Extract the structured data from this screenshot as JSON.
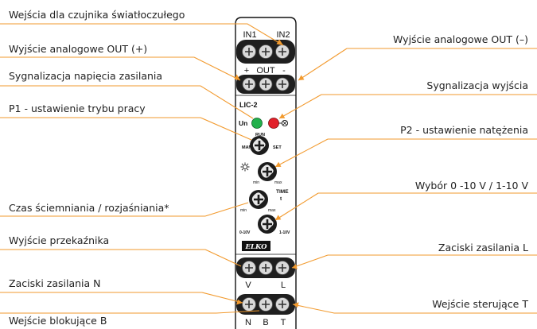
{
  "colors": {
    "callout_line": "#f29a2e",
    "led_green": "#22b14c",
    "led_red": "#e2202a",
    "device_body": "#ffffff",
    "terminal_block": "#1f1f1f",
    "terminal_screw": "#d9d9d9"
  },
  "labels": {
    "inputs_sensor": "Wejścia dla czujnika światłoczułego",
    "output_analog_plus": "Wyjście analogowe OUT (+)",
    "supply_indicator": "Sygnalizacja napięcia zasilania",
    "p1_mode": "P1 - ustawienie trybu pracy",
    "dim_time": "Czas ściemniania / rozjaśniania*",
    "relay_output": "Wyjście przekaźnika",
    "supply_terminals_n": "Zaciski zasilania N",
    "blocking_input": "Wejście blokujące B",
    "output_analog_minus": "Wyjście analogowe OUT (–)",
    "output_indicator": "Sygnalizacja wyjścia",
    "p2_intensity": "P2 - ustawienie natężenia",
    "range_select": "Wybór 0 -10 V / 1-10 V",
    "supply_terminals_l": "Zaciski zasilania L",
    "control_input": "Wejście sterujące T"
  },
  "device": {
    "terminal_in1": "IN1",
    "terminal_in2": "IN2",
    "terminal_plus": "+",
    "terminal_out": "OUT",
    "terminal_minus": "-",
    "model": "LIC-2",
    "un": "Un",
    "run": "RUN",
    "man": "MAN",
    "set": "SET",
    "min": "min",
    "max": "max",
    "time": "TIME",
    "t": "t",
    "range_low": "0-10V",
    "range_high": "1-10V",
    "brand": "ELKO",
    "terminal_v": "V",
    "terminal_l": "L",
    "terminal_n": "N",
    "terminal_b": "B",
    "terminal_t": "T"
  },
  "icons": [
    "led-green-icon",
    "led-red-icon",
    "lamp-output-icon",
    "sun-icon",
    "screw-terminal-icon",
    "rotary-knob-icon"
  ]
}
